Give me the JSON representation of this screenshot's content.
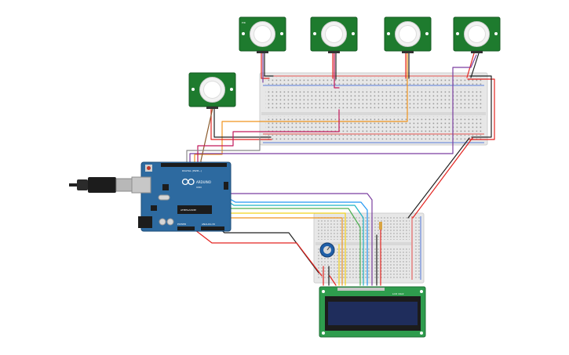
{
  "arduino": {
    "logo_text": "ARDUINO",
    "brand_text": "UNO",
    "chip_text": "ATMEGA328P",
    "power_label": "POWER",
    "analog_label": "ANALOG IN",
    "digital_label": "DIGITAL (PWM~)"
  },
  "pir_sensor": {
    "module_label": "PIR"
  },
  "lcd": {
    "type_label": "LCD 16x2"
  },
  "colors": {
    "board_blue": "#2d6aa0",
    "pir_green": "#1e7b2e",
    "lcd_screen": "#1f2d5c",
    "wire_red": "#e32420",
    "wire_black": "#222222",
    "wire_purple": "#7b3fa0",
    "wire_orange": "#f0941e",
    "wire_yellow": "#f2d21b",
    "wire_green": "#4caf50",
    "wire_blue": "#2196f3",
    "wire_cyan": "#1fb3c4",
    "wire_brown": "#8b5a2b",
    "wire_gray": "#888888",
    "pot_blue": "#1f5fa8"
  },
  "components": {
    "pir_sensors": 5,
    "breadboards": 2
  }
}
